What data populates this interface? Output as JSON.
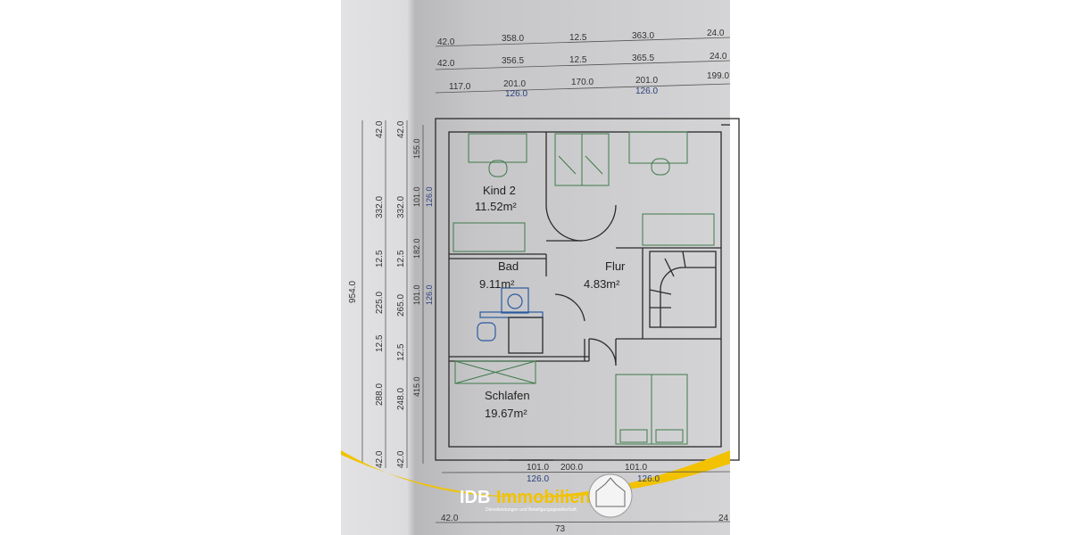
{
  "dimensions": {
    "top_row1": [
      "42.0",
      "358.0",
      "12.5",
      "363.0",
      "24.0"
    ],
    "top_row2": [
      "42.0",
      "356.5",
      "12.5",
      "365.5",
      "24.0"
    ],
    "top_row3": [
      "117.0",
      "201.0",
      "170.0",
      "201.0",
      "199.0"
    ],
    "top_row3_blue": [
      "126.0",
      "126.0"
    ],
    "left_total": "954.0",
    "left_col1": [
      "42.0",
      "332.0",
      "12.5",
      "225.0",
      "12.5",
      "288.0",
      "42.0"
    ],
    "left_col2": [
      "42.0",
      "332.0",
      "12.5",
      "265.0",
      "12.5",
      "248.0",
      "42.0"
    ],
    "left_col3": [
      "155.0",
      "101.0",
      "182.0",
      "101.0",
      "415.0"
    ],
    "left_col3_blue": [
      "126.0",
      "126.0"
    ],
    "bottom": [
      "101.0",
      "200.0",
      "101.0"
    ],
    "bottom_blue": [
      "126.0",
      "126.0"
    ],
    "bottom_row2": [
      "42.0",
      "73",
      "24"
    ]
  },
  "rooms": [
    {
      "name": "Kind 2",
      "area": "11.52m²"
    },
    {
      "name": "Bad",
      "area": "9.11m²"
    },
    {
      "name": "Flur",
      "area": "4.83m²"
    },
    {
      "name": "Schlafen",
      "area": "19.67m²"
    }
  ],
  "logo": {
    "brand_prefix": "IDB",
    "brand_suffix": "Immobilien",
    "tagline": "Dienstleistungen und Beteiligungsgesellschaft",
    "accent_color": "#f2c200"
  }
}
